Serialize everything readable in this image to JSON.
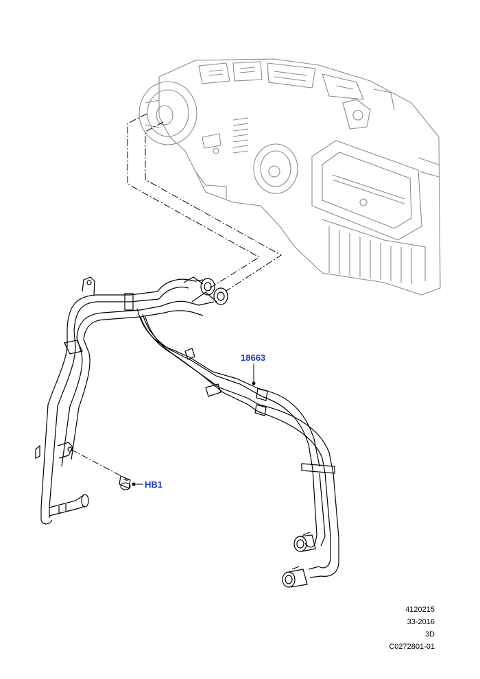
{
  "callouts": {
    "hose": "18663",
    "bolt": "HB1"
  },
  "reference": {
    "line1": "4120215",
    "line2": "33-2016",
    "line3": "3D",
    "line4": "C0272801-01"
  },
  "colors": {
    "callout": "#1a3cc8",
    "line": "#000000",
    "background_part": "#8a8a8a"
  }
}
